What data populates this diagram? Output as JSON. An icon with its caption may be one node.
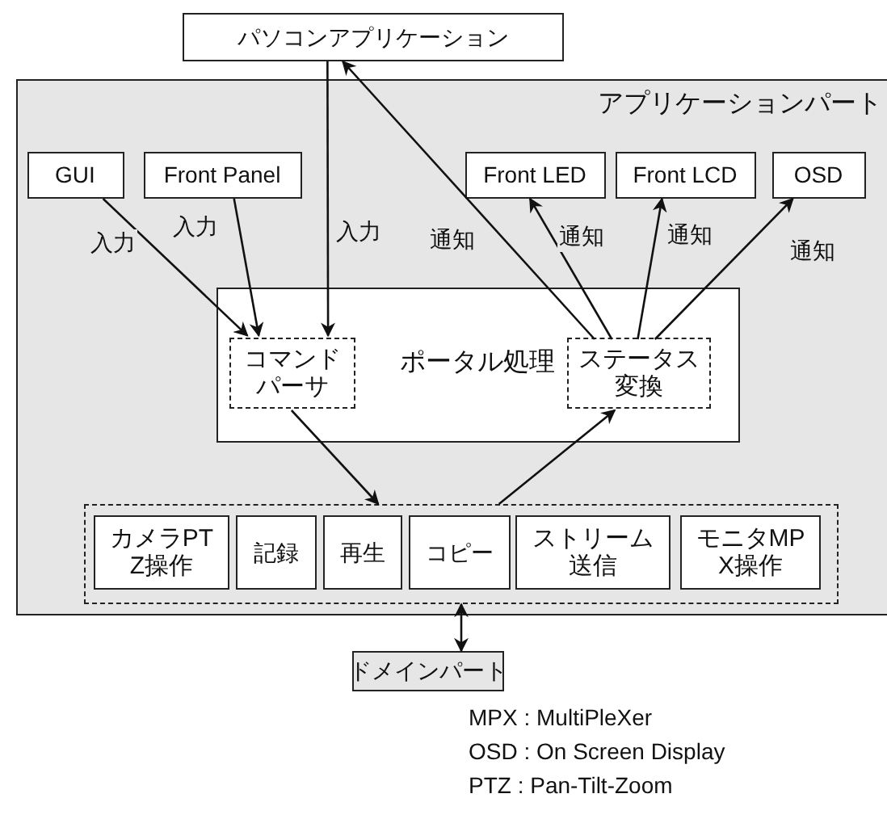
{
  "diagram": {
    "nodes": [
      {
        "text": [
          "パソコンアプリケーション"
        ]
      },
      {
        "text": [
          "アプリケーションパート"
        ]
      },
      {
        "text": [
          "GUI"
        ],
        "in": 1
      },
      {
        "text": [
          "Front Panel"
        ],
        "in": 1
      },
      {
        "text": [
          "Front LED"
        ],
        "in": 1
      },
      {
        "text": [
          "Front LCD"
        ],
        "in": 1
      },
      {
        "text": [
          "OSD"
        ],
        "in": 1
      },
      {
        "text": [
          "ポータル処理"
        ],
        "in": 1
      },
      {
        "text": [
          "コマンドパーサ"
        ],
        "in": 7
      },
      {
        "text": [
          "ステータス変換"
        ],
        "in": 7
      },
      {
        "text": [],
        "shape": "box",
        "in": 1
      },
      {
        "text": [
          "カメラPTZ操作"
        ],
        "in": 10
      },
      {
        "text": [
          "記録"
        ],
        "in": 10
      },
      {
        "text": [
          "再生"
        ],
        "in": 10
      },
      {
        "text": [
          "コピー"
        ],
        "in": 10
      },
      {
        "text": [
          "ストリーム送信"
        ],
        "in": 10
      },
      {
        "text": [
          "モニタMPX操作"
        ],
        "in": 10
      },
      {
        "text": [
          "ドメインパート"
        ]
      }
    ],
    "edges": [
      {
        "from": 2,
        "to": 8,
        "arrow": "to",
        "label": "入力"
      },
      {
        "from": 3,
        "to": 8,
        "arrow": "to",
        "label": "入力"
      },
      {
        "from": 0,
        "to": 8,
        "arrow": "to",
        "label": "入力"
      },
      {
        "from": 9,
        "to": 0,
        "arrow": "to",
        "label": "通知"
      },
      {
        "from": 9,
        "to": 4,
        "arrow": "to",
        "label": "通知"
      },
      {
        "from": 9,
        "to": 5,
        "arrow": "to",
        "label": "通知"
      },
      {
        "from": 9,
        "to": 6,
        "arrow": "to",
        "label": "通知"
      },
      {
        "from": 8,
        "to": 10,
        "arrow": "to"
      },
      {
        "from": 10,
        "to": 9,
        "arrow": "to"
      },
      {
        "from": 10,
        "to": 17,
        "arrow": "both"
      }
    ],
    "labels": [
      "MPX : MultiPleXer",
      "OSD : On Screen Display",
      "PTZ : Pan-Tilt-Zoom"
    ]
  }
}
